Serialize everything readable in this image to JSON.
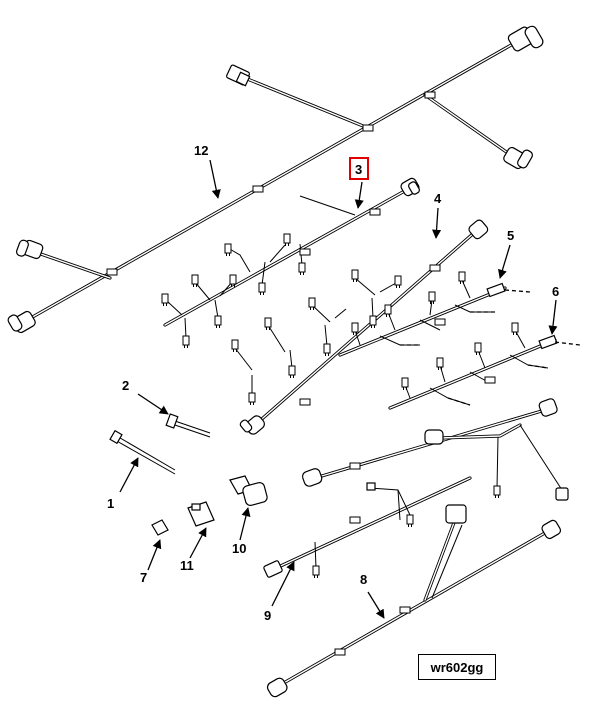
{
  "callouts": {
    "c1": "1",
    "c2": "2",
    "c3": "3",
    "c4": "4",
    "c5": "5",
    "c6": "6",
    "c7": "7",
    "c8": "8",
    "c9": "9",
    "c10": "10",
    "c11": "11",
    "c12": "12"
  },
  "highlighted_callout": "3",
  "highlight_color": "#e00000",
  "reference_label": "wr602gg"
}
